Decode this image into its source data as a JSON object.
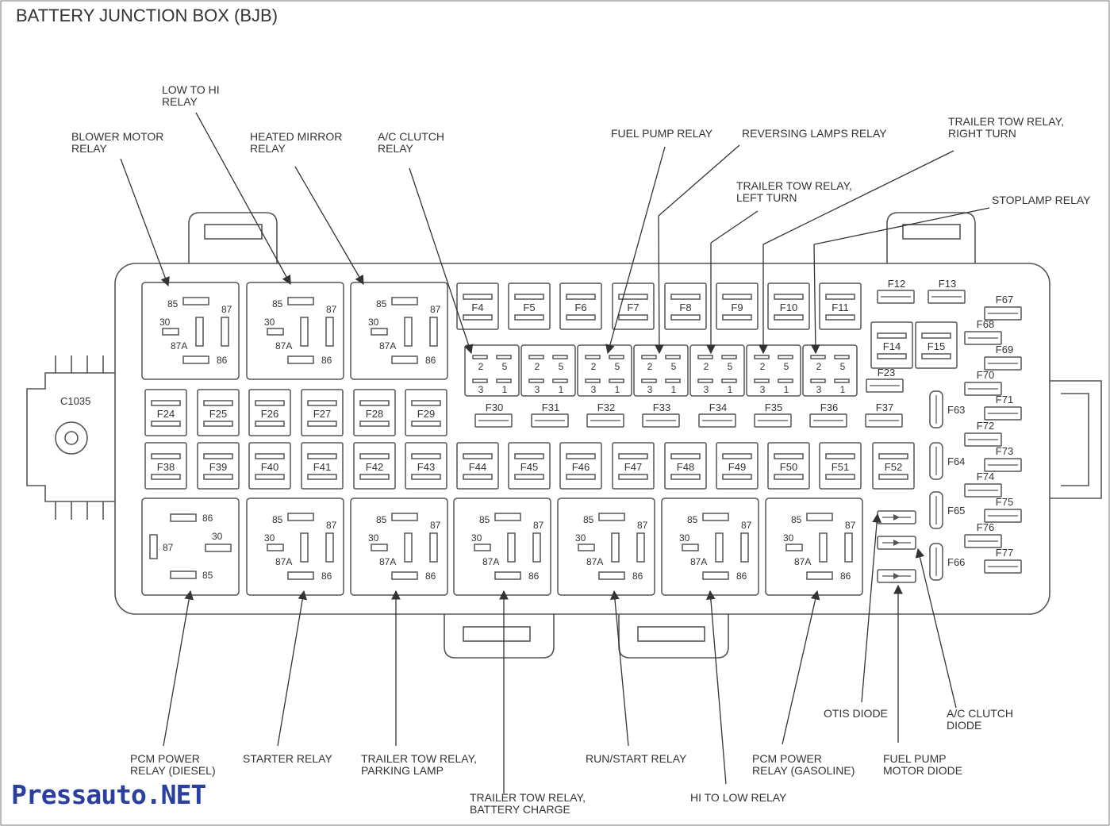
{
  "title": "BATTERY JUNCTION BOX (BJB)",
  "connector_label": "C1035",
  "watermark": "Pressauto.NET",
  "top_relays": [
    {
      "name": "blower-motor-relay",
      "pins": [
        "85",
        "87",
        "30",
        "87A",
        "86"
      ]
    },
    {
      "name": "low-to-hi-relay",
      "pins": [
        "85",
        "87",
        "30",
        "87A",
        "86"
      ]
    },
    {
      "name": "heated-mirror-relay",
      "pins": [
        "85",
        "87",
        "30",
        "87A",
        "86"
      ]
    }
  ],
  "bottom_relays": [
    {
      "name": "pcm-power-relay-diesel",
      "pins": [
        "86",
        "87",
        "30",
        "85"
      ]
    },
    {
      "name": "starter-relay",
      "pins": [
        "85",
        "87",
        "30",
        "87A",
        "86"
      ]
    },
    {
      "name": "trailer-tow-relay-parking-lamp",
      "pins": [
        "85",
        "87",
        "30",
        "87A",
        "86"
      ]
    },
    {
      "name": "trailer-tow-relay-battery-charge",
      "pins": [
        "85",
        "87",
        "30",
        "87A",
        "86"
      ]
    },
    {
      "name": "run-start-relay",
      "pins": [
        "85",
        "87",
        "30",
        "87A",
        "86"
      ]
    },
    {
      "name": "hi-to-low-relay",
      "pins": [
        "85",
        "87",
        "30",
        "87A",
        "86"
      ]
    },
    {
      "name": "pcm-power-relay-gasoline",
      "pins": [
        "85",
        "87",
        "30",
        "87A",
        "86"
      ]
    }
  ],
  "mini_relay_pins": [
    "2",
    "5",
    "3",
    "1"
  ],
  "fuses_top_row": [
    "F4",
    "F5",
    "F6",
    "F7",
    "F8",
    "F9",
    "F10",
    "F11"
  ],
  "fuses_small_row": [
    "F30",
    "F31",
    "F32",
    "F33",
    "F34",
    "F35",
    "F36",
    "F37"
  ],
  "fuses_left_row": [
    "F24",
    "F25",
    "F26",
    "F27",
    "F28",
    "F29"
  ],
  "fuses_lower_row": [
    "F38",
    "F39",
    "F40",
    "F41",
    "F42",
    "F43",
    "F44",
    "F45",
    "F46",
    "F47",
    "F48",
    "F49",
    "F50",
    "F51",
    "F52"
  ],
  "fuses_right_small": [
    "F12",
    "F13",
    "F23"
  ],
  "fuses_right_big": [
    "F14",
    "F15"
  ],
  "fuses_vertical": [
    "F63",
    "F64",
    "F65",
    "F66"
  ],
  "fuses_side": [
    "F67",
    "F68",
    "F69",
    "F70",
    "F71",
    "F72",
    "F73",
    "F74",
    "F75",
    "F76",
    "F77"
  ],
  "labels": {
    "low_to_hi": [
      "LOW TO HI",
      "RELAY"
    ],
    "blower_motor": [
      "BLOWER MOTOR",
      "RELAY"
    ],
    "heated_mirror": [
      "HEATED MIRROR",
      "RELAY"
    ],
    "ac_clutch_relay": [
      "A/C CLUTCH",
      "RELAY"
    ],
    "fuel_pump_relay": [
      "FUEL PUMP RELAY"
    ],
    "reversing_lamps": [
      "REVERSING LAMPS RELAY"
    ],
    "trailer_right": [
      "TRAILER TOW RELAY,",
      "RIGHT TURN"
    ],
    "trailer_left": [
      "TRAILER TOW RELAY,",
      "LEFT TURN"
    ],
    "stoplamp": [
      "STOPLAMP RELAY"
    ],
    "pcm_diesel": [
      "PCM POWER",
      "RELAY (DIESEL)"
    ],
    "starter": [
      "STARTER RELAY"
    ],
    "trailer_parking": [
      "TRAILER TOW RELAY,",
      "PARKING LAMP"
    ],
    "trailer_battery": [
      "TRAILER TOW RELAY,",
      "BATTERY CHARGE"
    ],
    "run_start": [
      "RUN/START RELAY"
    ],
    "hi_to_low": [
      "HI TO LOW RELAY"
    ],
    "pcm_gasoline": [
      "PCM POWER",
      "RELAY (GASOLINE)"
    ],
    "otis_diode": [
      "OTIS DIODE"
    ],
    "fuel_pump_diode": [
      "FUEL PUMP",
      "MOTOR DIODE"
    ],
    "ac_clutch_diode": [
      "A/C CLUTCH",
      "DIODE"
    ]
  },
  "colors": {
    "line": "#555555",
    "text": "#333333",
    "watermark": "#2b3f9e"
  }
}
